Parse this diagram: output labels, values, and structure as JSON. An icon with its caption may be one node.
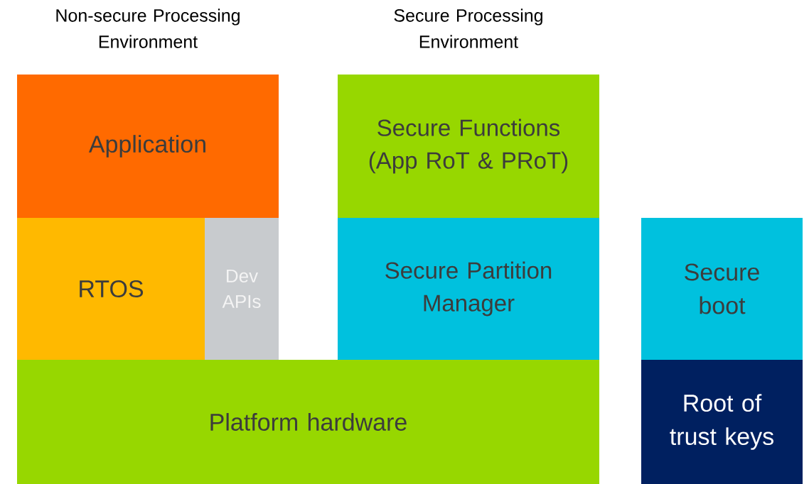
{
  "diagram": {
    "nodes": [
      {
        "text": [
          "Application"
        ]
      },
      {
        "text": [
          "RTOS"
        ]
      },
      {
        "text": [
          "Dev APIs"
        ]
      },
      {
        "text": [
          "Platform hardware"
        ]
      },
      {
        "text": [
          "Secure Functions (App RoT & PRoT)"
        ]
      },
      {
        "text": [
          "Secure Partition Manager"
        ]
      },
      {
        "text": [
          "Secure boot"
        ]
      },
      {
        "text": [
          "Root of trust keys"
        ]
      }
    ],
    "labels": [
      "Non-secure Processing Environment",
      "Secure Processing Environment"
    ]
  }
}
